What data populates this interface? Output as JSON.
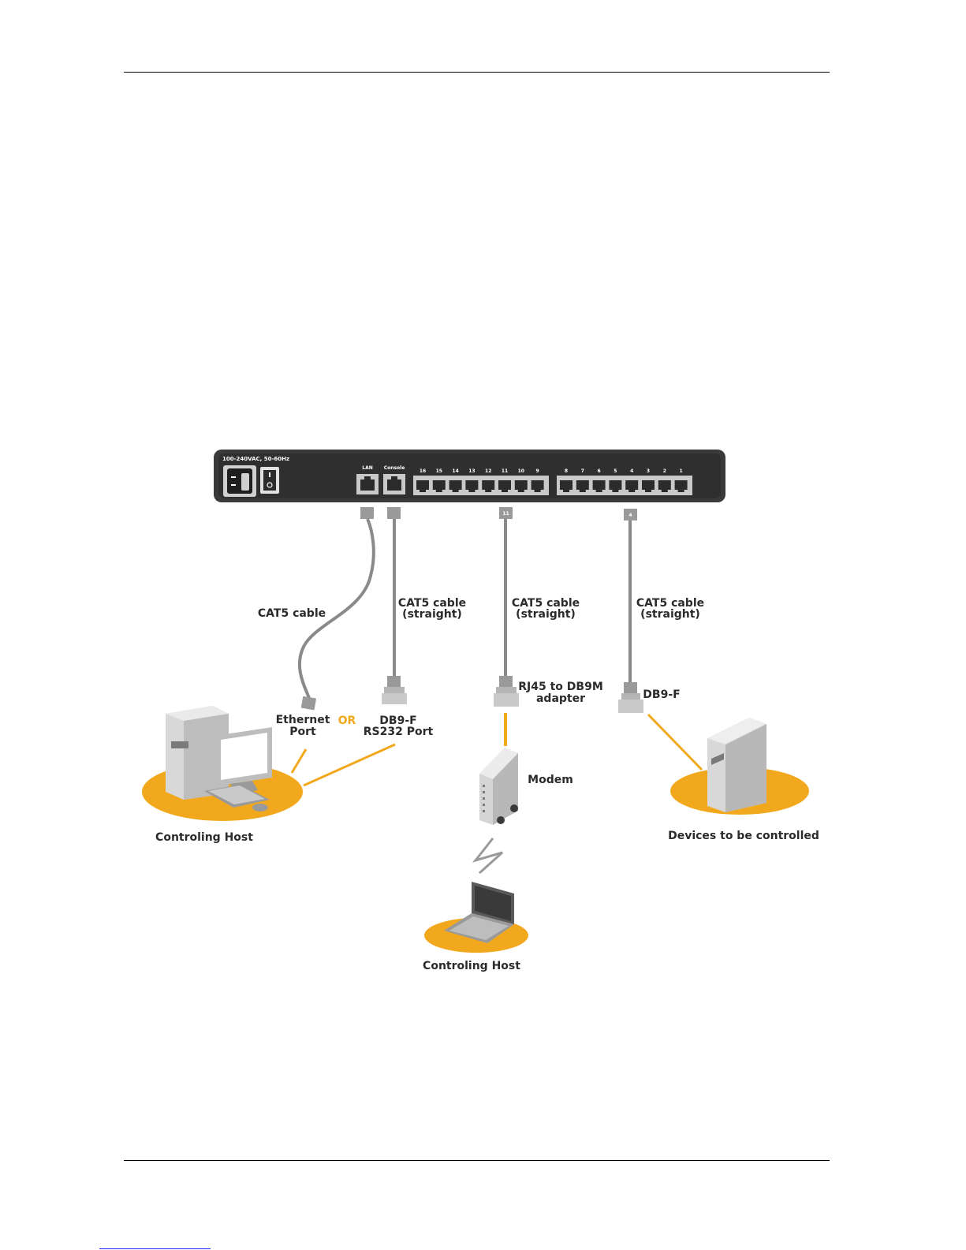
{
  "page": {
    "header_rule": true,
    "footer_rule": true
  },
  "device": {
    "power_label": "100-240VAC, 50-60Hz",
    "lan_label": "LAN",
    "console_label": "Console",
    "port_numbers_left": [
      "16",
      "15",
      "14",
      "13",
      "12",
      "11",
      "10",
      "9"
    ],
    "port_numbers_right": [
      "8",
      "7",
      "6",
      "5",
      "4",
      "3",
      "2",
      "1"
    ],
    "tag_middle": "11",
    "tag_right": "4"
  },
  "labels": {
    "cat5_cable": "CAT5 cable",
    "cat5_straight_1a": "CAT5 cable",
    "cat5_straight_1b": "(straight)",
    "cat5_straight_2a": "CAT5 cable",
    "cat5_straight_2b": "(straight)",
    "cat5_straight_3a": "CAT5 cable",
    "cat5_straight_3b": "(straight)",
    "ethernet_port_a": "Ethernet",
    "ethernet_port_b": "Port",
    "or": "OR",
    "db9f_rs232_a": "DB9-F",
    "db9f_rs232_b": "RS232 Port",
    "rj45_adapter_a": "RJ45 to DB9M",
    "rj45_adapter_b": "adapter",
    "db9f": "DB9-F",
    "modem": "Modem",
    "controlling_host_1": "Controling Host",
    "controlling_host_2": "Controling Host",
    "devices_controlled": "Devices to be controlled"
  },
  "colors": {
    "accent_orange": "#f2a81d",
    "device_dark": "#3a3a3a",
    "cable_gray": "#8a8a8a",
    "port_gray": "#c9c9c9"
  }
}
